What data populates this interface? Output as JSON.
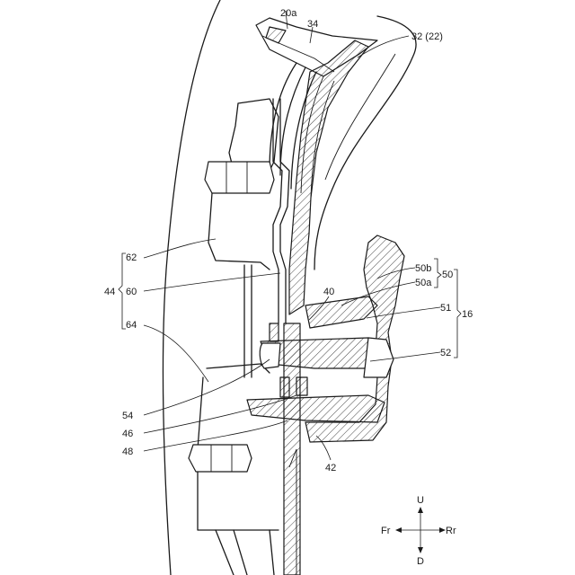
{
  "labels": {
    "l20a": "20a",
    "l34": "34",
    "l32": "32 (22)",
    "l62": "62",
    "l44": "44",
    "l60": "60",
    "l64": "64",
    "l50b": "50b",
    "l50": "50",
    "l50a": "50a",
    "l40": "40",
    "l51": "51",
    "l16": "16",
    "l52": "52",
    "l54": "54",
    "l46": "46",
    "l48": "48",
    "l42": "42"
  },
  "compass": {
    "up": "U",
    "down": "D",
    "front": "Fr",
    "rear": "Rr"
  }
}
